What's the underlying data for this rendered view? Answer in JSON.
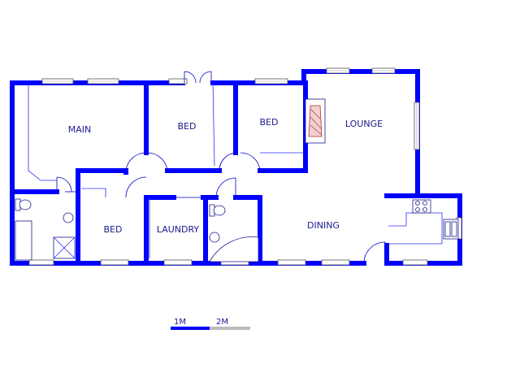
{
  "rooms": {
    "main": "MAIN",
    "bed1": "BED",
    "bed2": "BED",
    "lounge": "LOUNGE",
    "bed3": "BED",
    "laundry": "LAUNDRY",
    "dining": "DINING"
  },
  "scale": {
    "label_1": "1M",
    "label_2": "2M"
  },
  "colors": {
    "wall": "#0000ff",
    "label": "#1a1a8c"
  }
}
